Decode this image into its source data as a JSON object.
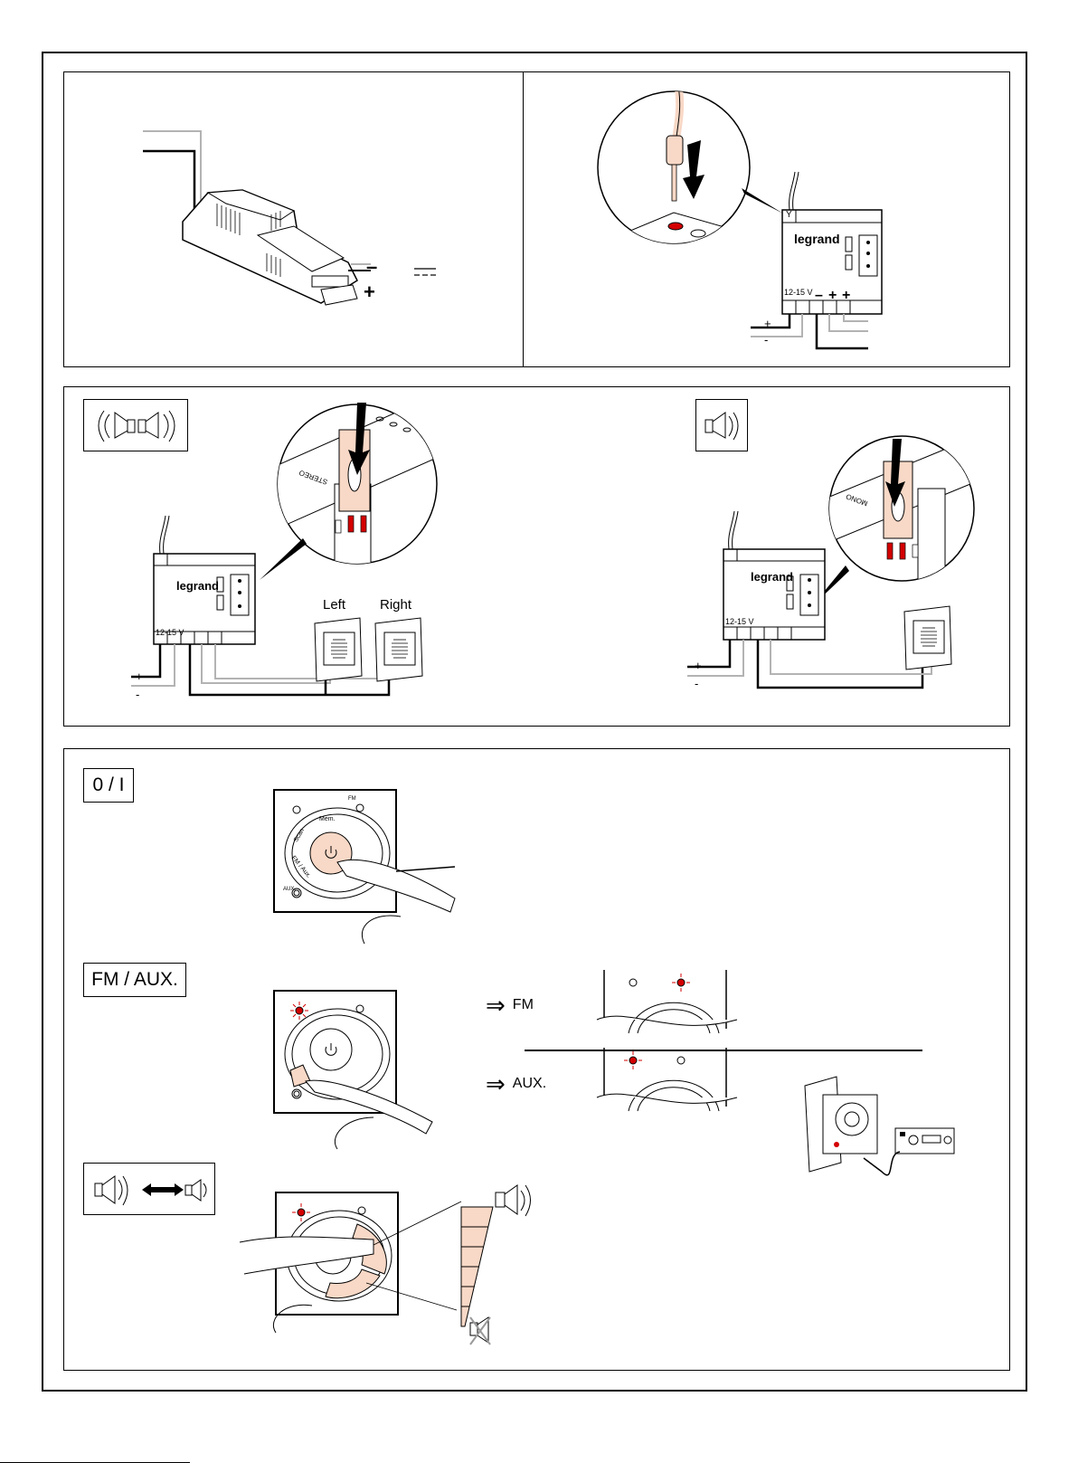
{
  "page": {
    "type": "installation-manual-figure-page",
    "brand": "legrand",
    "brand_mark": "®"
  },
  "colors": {
    "line": "#000000",
    "wire_gray": "#b3b3b3",
    "accent_skin": "#f8d8c6",
    "led_red": "#d40000"
  },
  "section_power": {
    "transformer": {
      "polarity_minus": "–",
      "polarity_plus": "+",
      "dc_symbol": "DC"
    }
  },
  "section_antenna": {
    "module": {
      "antenna_symbol": "Y",
      "brand": "legrand",
      "voltage_label": "12-15 V",
      "jumper_stereo": "STEREO",
      "jumper_mono": "MONO",
      "terminals": [
        "",
        "",
        "–",
        "+",
        "+"
      ],
      "wire_plus": "+",
      "wire_minus": "-"
    }
  },
  "section_speakers": {
    "stereo": {
      "icon": "stereo-speakers-icon",
      "jumper_text": "STEREO",
      "speaker_left": "Left",
      "speaker_right": "Right",
      "wire_plus": "+",
      "wire_minus": "-"
    },
    "mono": {
      "icon": "mono-speaker-icon",
      "jumper_text": "MONO",
      "wire_plus": "+",
      "wire_minus": "-"
    }
  },
  "section_operation": {
    "power": {
      "label": "0 / I"
    },
    "source": {
      "label": "FM / AUX.",
      "result_fm": "FM",
      "result_aux": "AUX."
    },
    "volume": {
      "icon": "volume-up-down-icon",
      "levels": 6
    },
    "keypad": {
      "scan": "Scan",
      "mem": "Mem.",
      "fm_aux": "FM / Aux.",
      "fm_led": "FM",
      "aux_jack": "AUX."
    }
  }
}
